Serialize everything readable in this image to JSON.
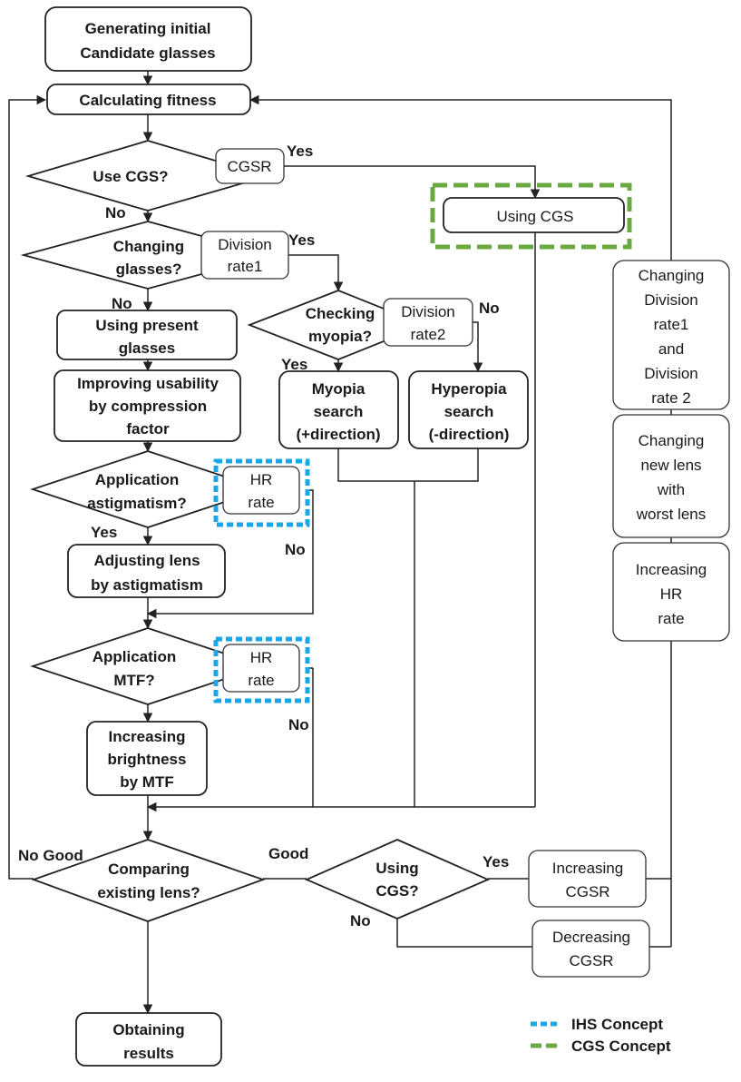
{
  "nodes": {
    "generating": [
      "Generating initial",
      "Candidate glasses"
    ],
    "calculating": [
      "Calculating fitness"
    ],
    "use_cgs": [
      "Use CGS?"
    ],
    "cgsr_top": [
      "CGSR"
    ],
    "using_cgs": [
      "Using CGS"
    ],
    "changing_glasses": [
      "Changing",
      "glasses?"
    ],
    "division_rate1": [
      "Division",
      "rate1"
    ],
    "using_present": [
      "Using present",
      "glasses"
    ],
    "checking_myopia": [
      "Checking",
      "myopia?"
    ],
    "division_rate2": [
      "Division",
      "rate2"
    ],
    "improving": [
      "Improving usability",
      "by compression",
      "factor"
    ],
    "myopia_search": [
      "Myopia",
      "search",
      "(+direction)"
    ],
    "hyperopia_search": [
      "Hyperopia",
      "search",
      "(-direction)"
    ],
    "app_astig": [
      "Application",
      "astigmatism?"
    ],
    "hr_rate_1": [
      "HR",
      "rate"
    ],
    "adjusting": [
      "Adjusting lens",
      "by astigmatism"
    ],
    "app_mtf": [
      "Application",
      "MTF?"
    ],
    "hr_rate_2": [
      "HR",
      "rate"
    ],
    "increasing_brightness": [
      "Increasing",
      "brightness",
      "by MTF"
    ],
    "comparing": [
      "Comparing",
      "existing lens?"
    ],
    "using_cgs_q": [
      "Using",
      "CGS?"
    ],
    "increasing_cgsr": [
      "Increasing",
      "CGSR"
    ],
    "decreasing_cgsr": [
      "Decreasing",
      "CGSR"
    ],
    "obtaining": [
      "Obtaining",
      "results"
    ],
    "changing_division": [
      "Changing",
      "Division",
      "rate1",
      "and",
      "Division",
      "rate 2"
    ],
    "changing_new_lens": [
      "Changing",
      "new lens",
      "with",
      "worst lens"
    ],
    "increasing_hr": [
      "Increasing",
      "HR",
      "rate"
    ]
  },
  "edge_labels": {
    "yes_cgs": "Yes",
    "no_cgs": "No",
    "yes_glasses": "Yes",
    "no_glasses": "No",
    "yes_myopia": "Yes",
    "no_myopia": "No",
    "yes_astig": "Yes",
    "no_astig": "No",
    "no_mtf": "No",
    "no_good": "No Good",
    "good": "Good",
    "yes_using": "Yes",
    "no_using": "No"
  },
  "legend": {
    "ihs": "IHS Concept",
    "cgs": "CGS Concept"
  },
  "colors": {
    "ihs": "#1aa7e8",
    "cgs": "#6aa842"
  }
}
